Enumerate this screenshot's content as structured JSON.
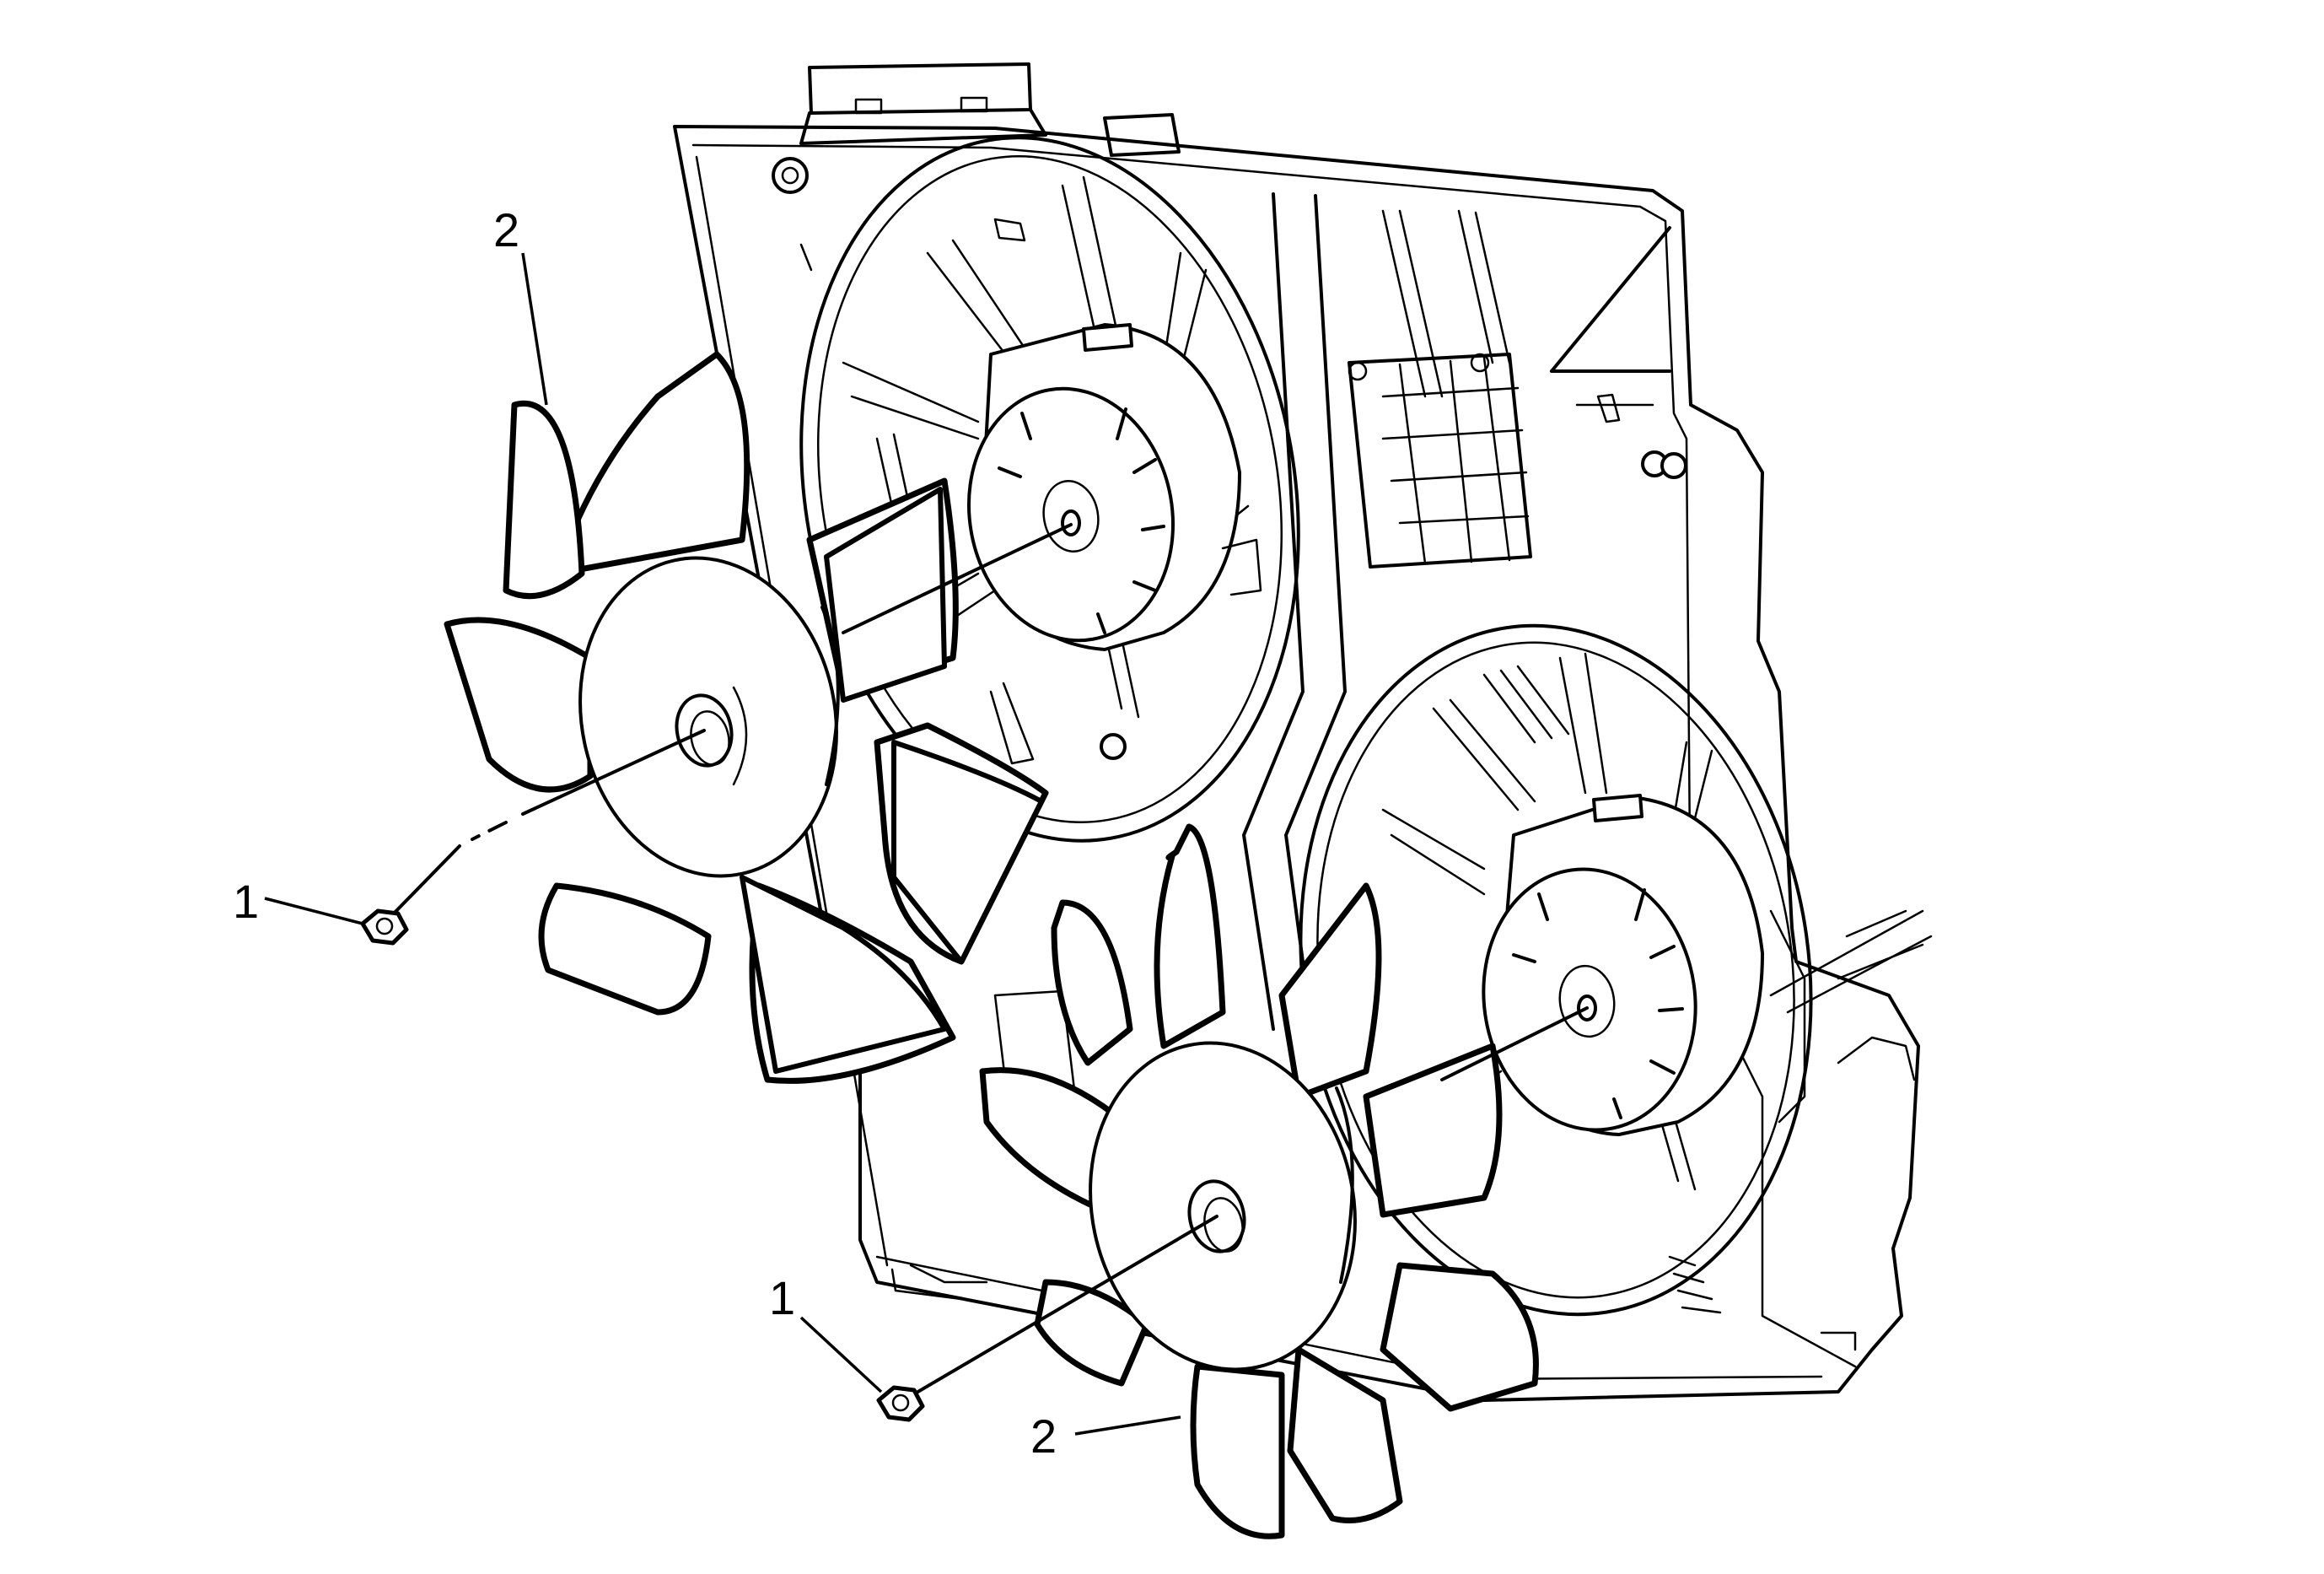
{
  "callouts": {
    "nut_upper": "1",
    "nut_lower": "1",
    "blade_upper": "2",
    "blade_lower": "2"
  },
  "icons": [
    "fan-shroud",
    "fan-motor",
    "fan-blade",
    "hex-nut"
  ]
}
